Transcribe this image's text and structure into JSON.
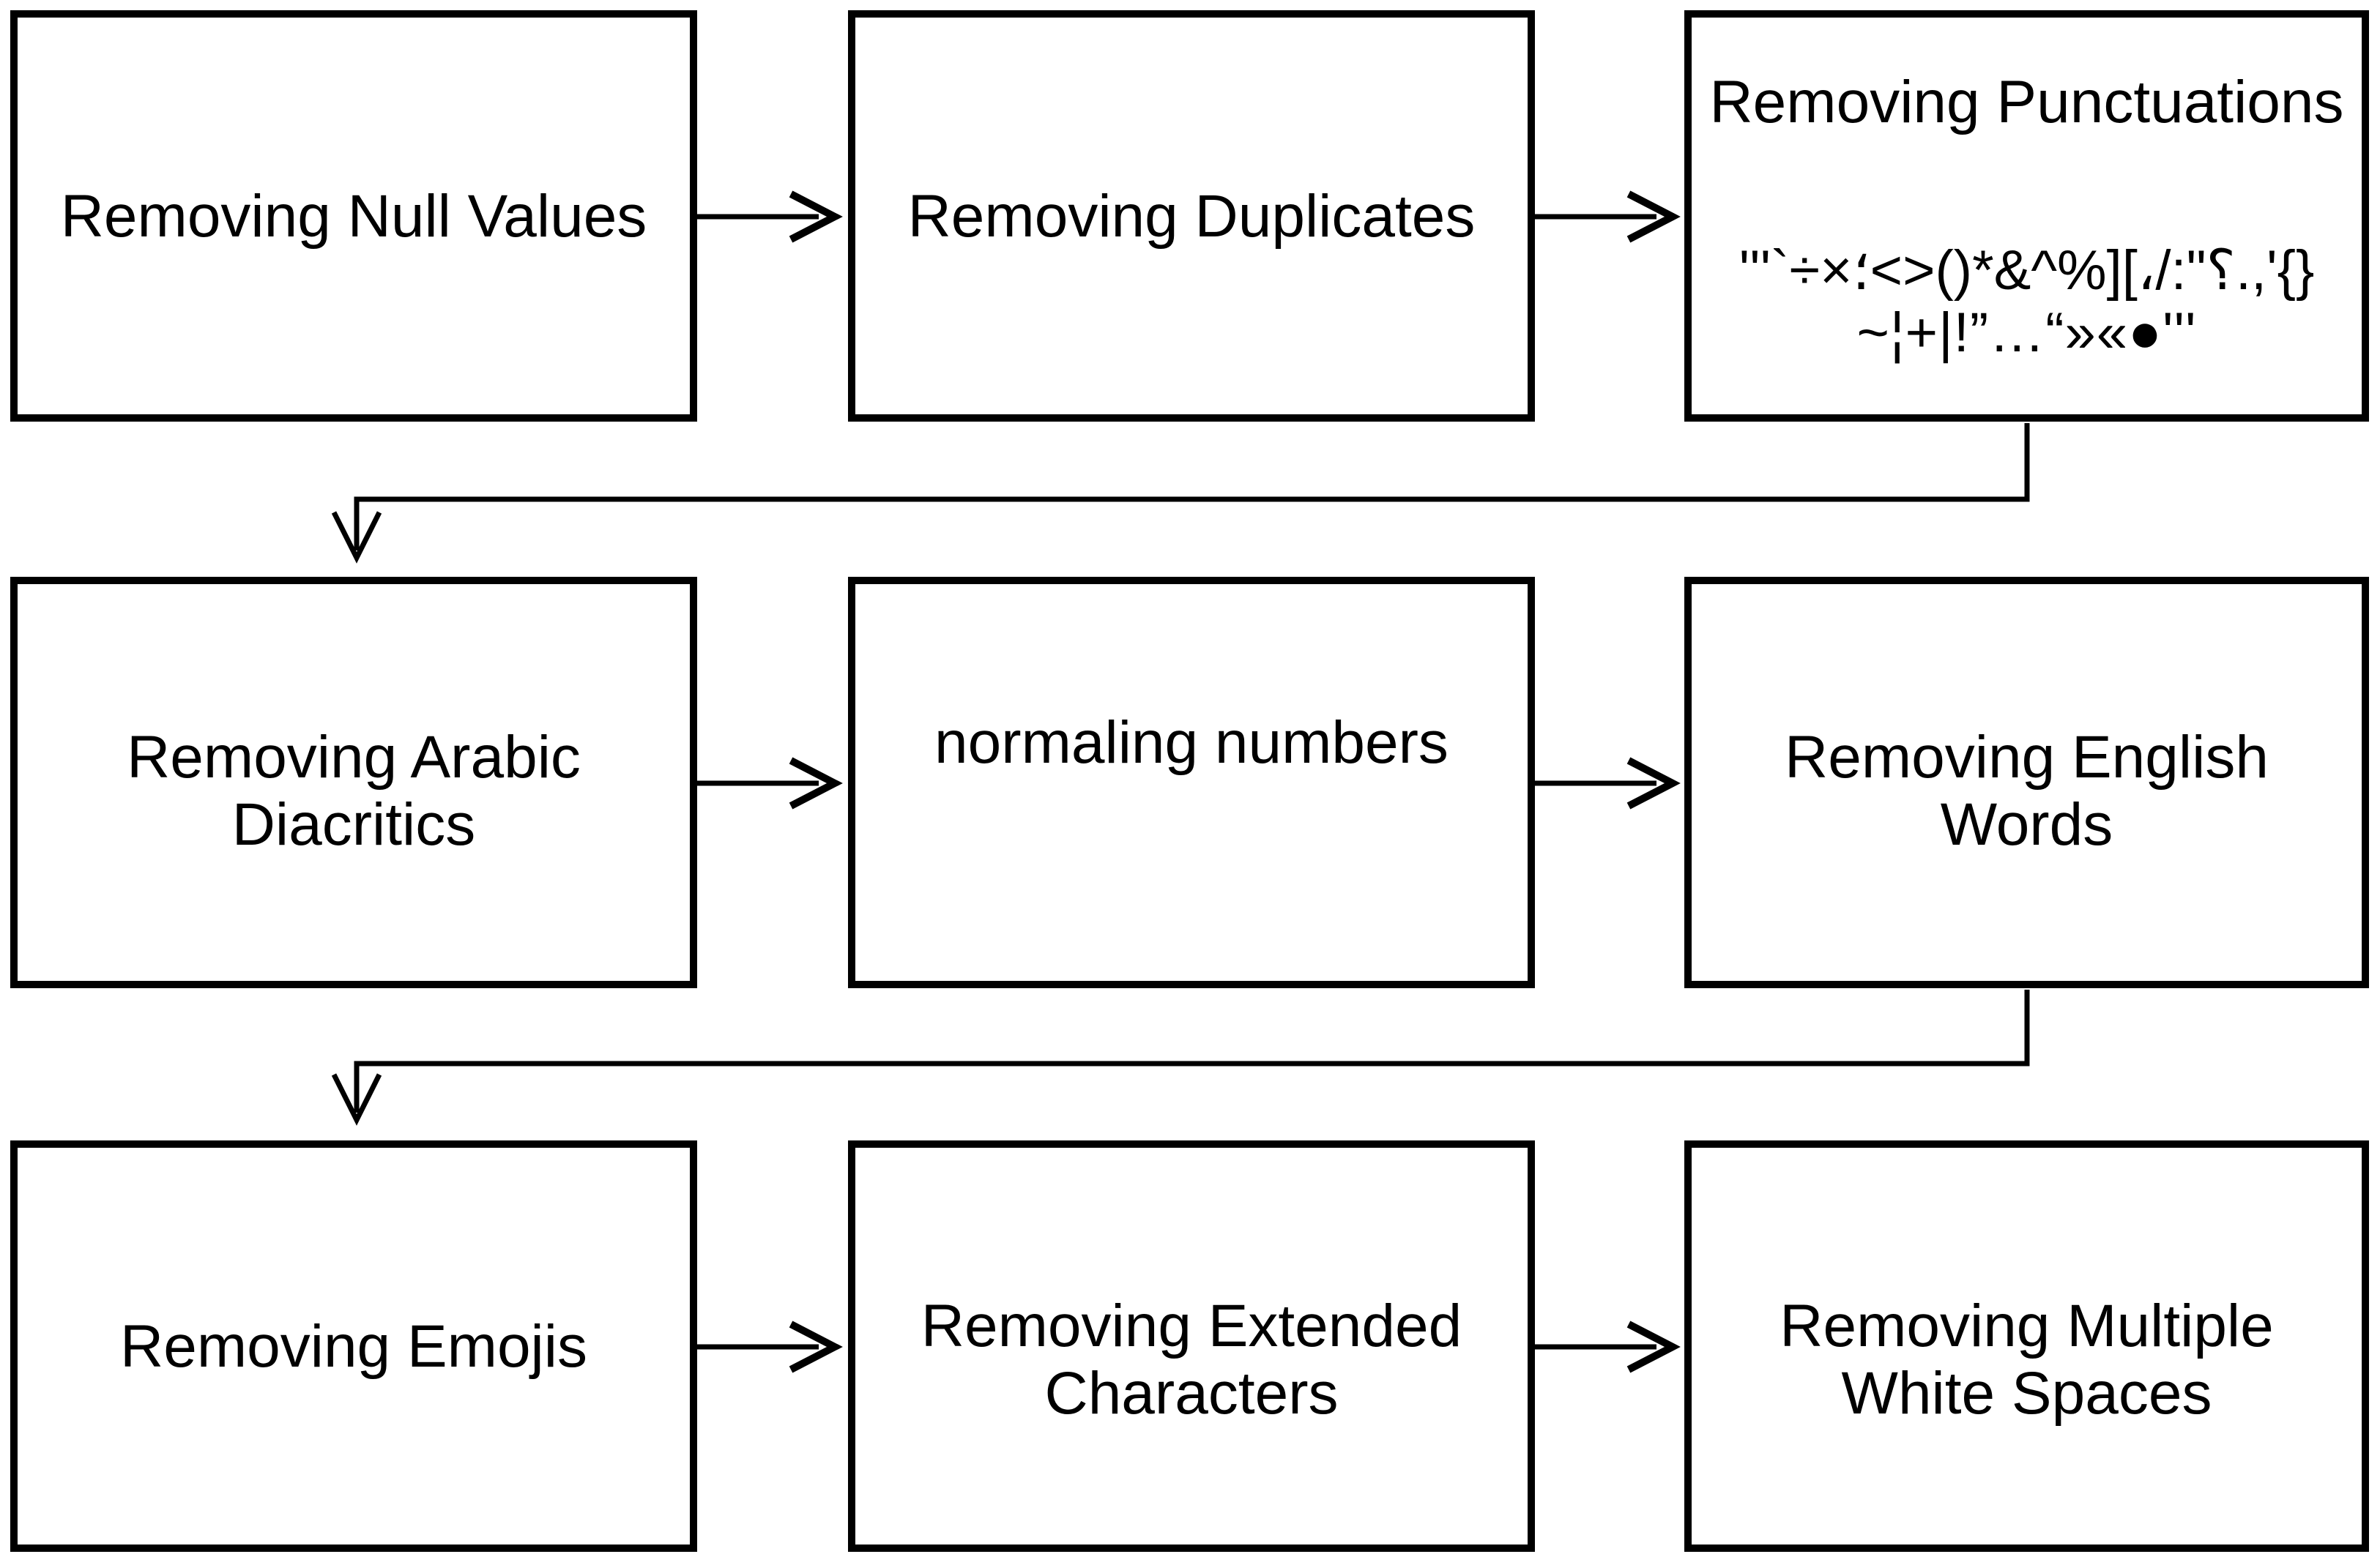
{
  "diagram": {
    "colors": {
      "stroke": "#000000",
      "background": "#ffffff",
      "text": "#000000"
    },
    "boxes": {
      "b1": {
        "label": "Removing Null Values"
      },
      "b2": {
        "label": "Removing Duplicates"
      },
      "b3": {
        "title": "Removing Punctuations",
        "punctuation_line1": "'''`÷×؛<>()*&^%][،/:\"؟.,'{}",
        "punctuation_line2": "~¦+|!”…“»«●'''"
      },
      "b4": {
        "line1": "Removing Arabic",
        "line2": "Diacritics"
      },
      "b5": {
        "label": "normaling numbers"
      },
      "b6": {
        "line1": "Removing English",
        "line2": "Words"
      },
      "b7": {
        "label": "Removing Emojis"
      },
      "b8": {
        "line1": "Removing Extended",
        "line2": "Characters"
      },
      "b9": {
        "line1": "Removing Multiple",
        "line2": "White Spaces"
      }
    },
    "flow_sequence": [
      "Removing Null Values",
      "Removing Duplicates",
      "Removing Punctuations",
      "Removing Arabic Diacritics",
      "normaling numbers",
      "Removing English Words",
      "Removing Emojis",
      "Removing Extended Characters",
      "Removing Multiple White Spaces"
    ]
  }
}
